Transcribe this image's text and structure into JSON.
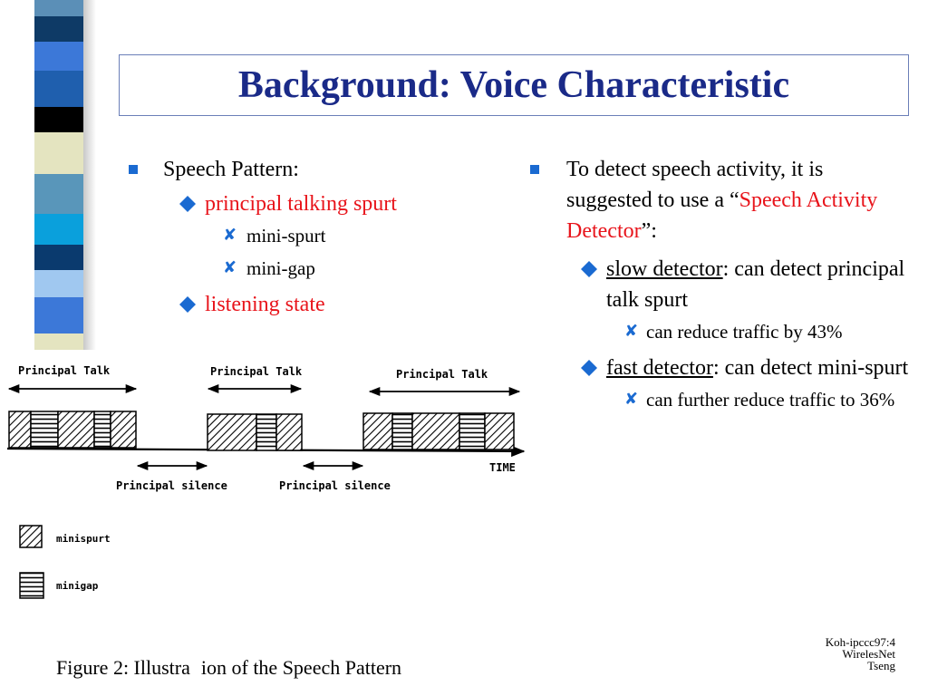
{
  "title": "Background: Voice Characteristic",
  "colors": {
    "title": "#1a2a88",
    "red": "#e8141b",
    "bullet": "#1a6ad1"
  },
  "left": {
    "l1": "Speech Pattern:",
    "items": [
      {
        "label": "principal talking spurt",
        "sub": [
          "mini-spurt",
          "mini-gap"
        ]
      },
      {
        "label": "listening state"
      }
    ]
  },
  "right": {
    "l1_pre": "To detect speech activity, it is suggested to use a “",
    "l1_red": "Speech Activity Detector",
    "l1_post": "”:",
    "items": [
      {
        "u": "slow detector",
        "rest": ": can detect principal talk spurt",
        "sub": "can reduce traffic by 43%"
      },
      {
        "u": "fast detector",
        "rest": ": can detect mini-spurt",
        "sub": "can further reduce traffic to 36%"
      }
    ]
  },
  "figure": {
    "talk_labels": [
      "Principal Talk",
      "Principal Talk",
      "Principal Talk"
    ],
    "silence_labels": [
      "Principal silence",
      "Principal silence"
    ],
    "time_label": "TIME",
    "legend": [
      "minispurt",
      "minigap"
    ],
    "caption_a": "Figure 2:  Illustra",
    "caption_b": "ion of the Speech Pattern"
  },
  "footer": [
    "Koh-ipccc97:4",
    "WirelesNet",
    "Tseng"
  ]
}
